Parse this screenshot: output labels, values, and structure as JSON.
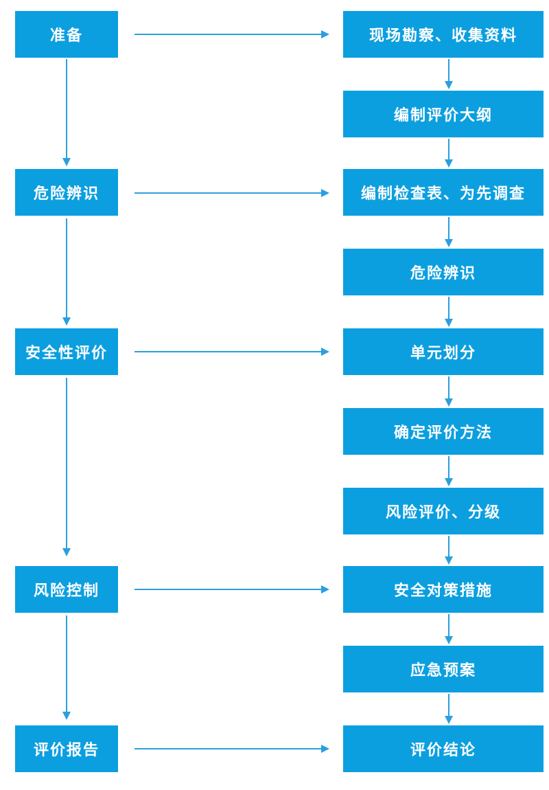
{
  "colors": {
    "box_fill": "#0c9fe0",
    "arrow": "#2b9fdc",
    "text": "#ffffff"
  },
  "phases": [
    "准备",
    "危险辨识",
    "安全性评价",
    "风险控制",
    "评价报告"
  ],
  "steps": [
    "现场勘察、收集资料",
    "编制评价大纲",
    "编制检查表、为先调查",
    "危险辨识",
    "单元划分",
    "确定评价方法",
    "风险评价、分级",
    "安全对策措施",
    "应急预案",
    "评价结论"
  ]
}
